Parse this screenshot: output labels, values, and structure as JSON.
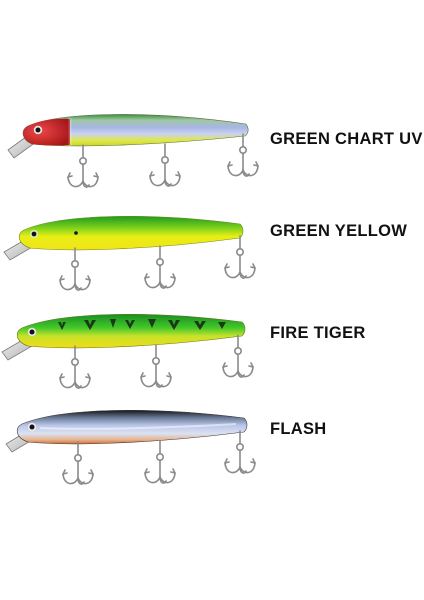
{
  "lures": [
    {
      "color_name": "GREEN CHART UV",
      "head": "#c8141c",
      "back": "#2d8a3a",
      "belly": "#d8e640"
    },
    {
      "color_name": "GREEN YELLOW",
      "head": "#1aa01a",
      "back": "#22a81e",
      "belly": "#f2ec18"
    },
    {
      "color_name": "FIRE TIGER",
      "head": "#22b026",
      "back": "#1f9a24",
      "belly": "#f0de20"
    },
    {
      "color_name": "FLASH",
      "head": "#222222",
      "back": "#1c1c1c",
      "belly": "#e09060"
    }
  ]
}
